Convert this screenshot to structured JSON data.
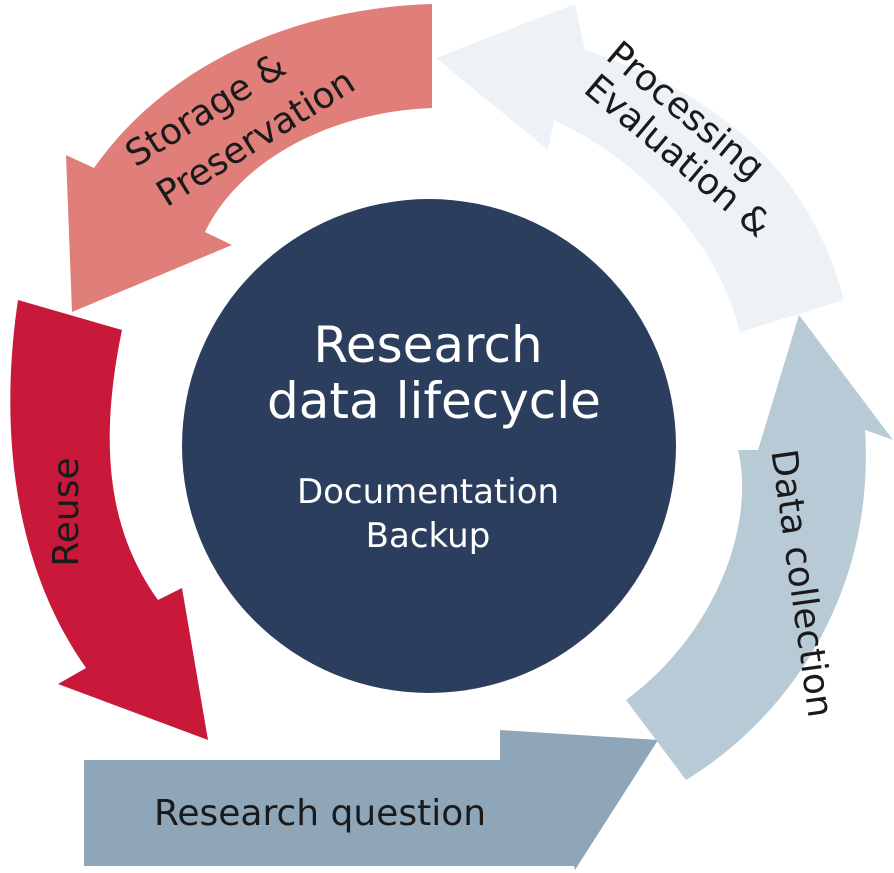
{
  "center": {
    "title_line1": "Research",
    "title_line2": "data lifecycle",
    "sub_line1": "Documentation",
    "sub_line2": "Backup",
    "color": "#2c3e5e"
  },
  "stages": {
    "research_question": {
      "label": "Research question",
      "color": "#8fa6b9"
    },
    "data_collection": {
      "label": "Data collection",
      "color": "#b9cad7"
    },
    "processing_evaluation": {
      "line1": "Processing",
      "line2": "Evaluation &",
      "label": "Processing & Evaluation",
      "color": "#ecf2f6"
    },
    "storage_preservation": {
      "line1": "Storage &",
      "line2": "Preservation",
      "label": "Storage & Preservation",
      "color": "#e07e7a"
    },
    "reuse": {
      "label": "Reuse",
      "color": "#c8193a"
    }
  }
}
